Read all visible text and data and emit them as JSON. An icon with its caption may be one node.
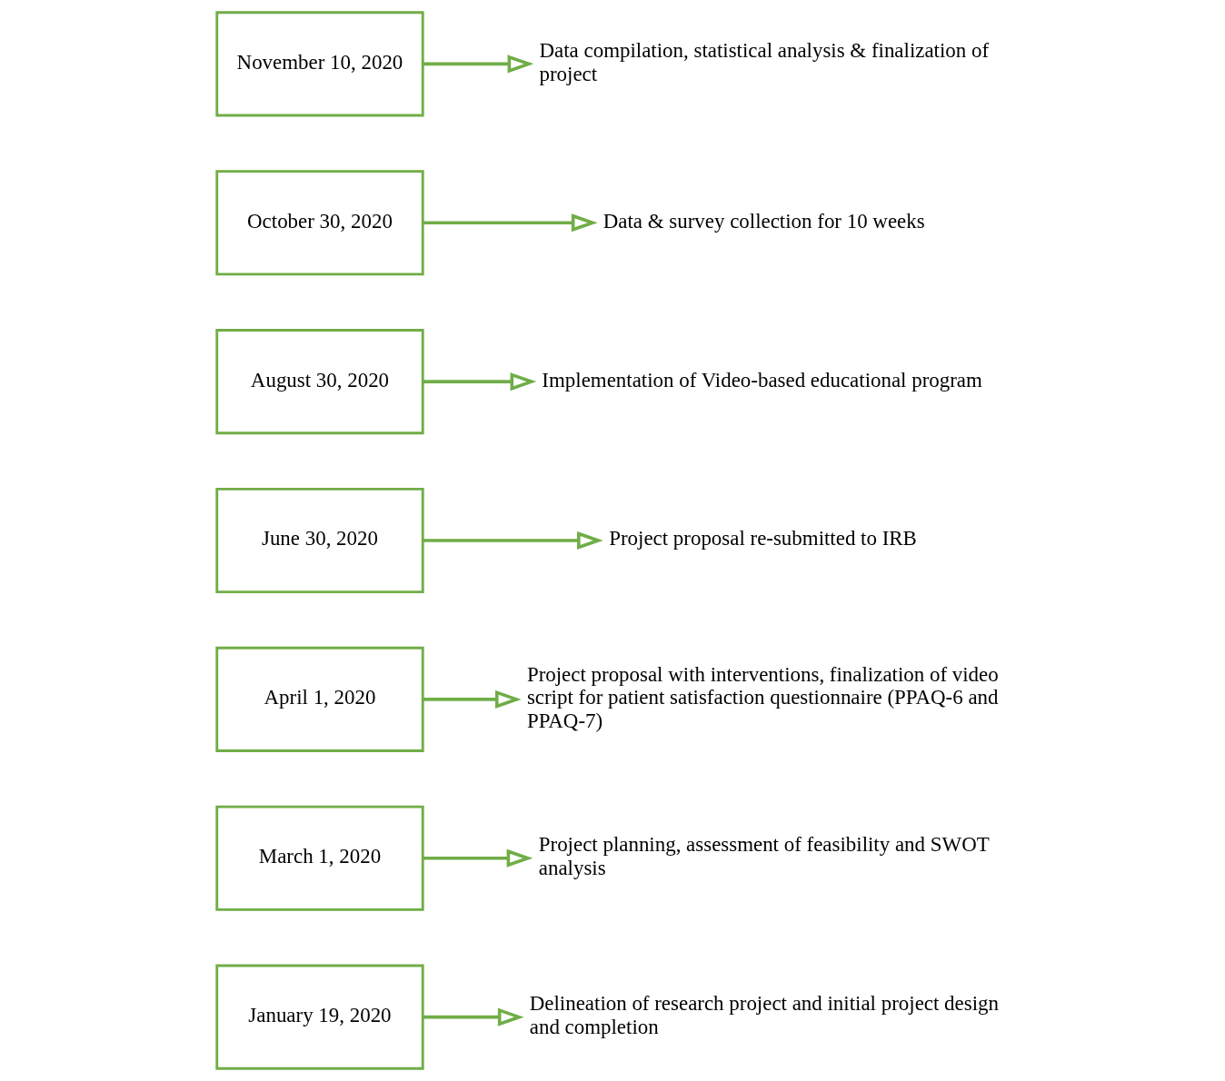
{
  "diagram": {
    "nodes": [
      {
        "text": [
          "January 19, 2020"
        ]
      },
      {
        "text": [
          "Delineation of research project and initial project design and completion"
        ]
      },
      {
        "text": [
          "March 1, 2020"
        ]
      },
      {
        "text": [
          "Project planning, assessment of feasibility and SWOT analysis"
        ]
      },
      {
        "text": [
          "April 1, 2020"
        ]
      },
      {
        "text": [
          "Project proposal with interventions, finalization of video script for patient satisfaction questionnaire (PPAQ-6 and PPAQ-7)"
        ]
      },
      {
        "text": [
          "June 30, 2020"
        ]
      },
      {
        "text": [
          "Project proposal re-submitted to IRB"
        ]
      },
      {
        "text": [
          "August 30, 2020"
        ]
      },
      {
        "text": [
          "Implementation of Video-based educational program"
        ]
      },
      {
        "text": [
          "October 30, 2020"
        ]
      },
      {
        "text": [
          "Data & survey collection for 10 weeks"
        ]
      },
      {
        "text": [
          "November 10, 2020"
        ]
      },
      {
        "text": [
          "Data compilation, statistical analysis & finalization of project"
        ]
      }
    ],
    "edges": [
      {
        "from": 0,
        "to": 1,
        "arrow": "to"
      },
      {
        "from": 2,
        "to": 3,
        "arrow": "to"
      },
      {
        "from": 4,
        "to": 5,
        "arrow": "to"
      },
      {
        "from": 6,
        "to": 7,
        "arrow": "to"
      },
      {
        "from": 8,
        "to": 9,
        "arrow": "to"
      },
      {
        "from": 10,
        "to": 11,
        "arrow": "to"
      },
      {
        "from": 12,
        "to": 13,
        "arrow": "to"
      }
    ]
  }
}
